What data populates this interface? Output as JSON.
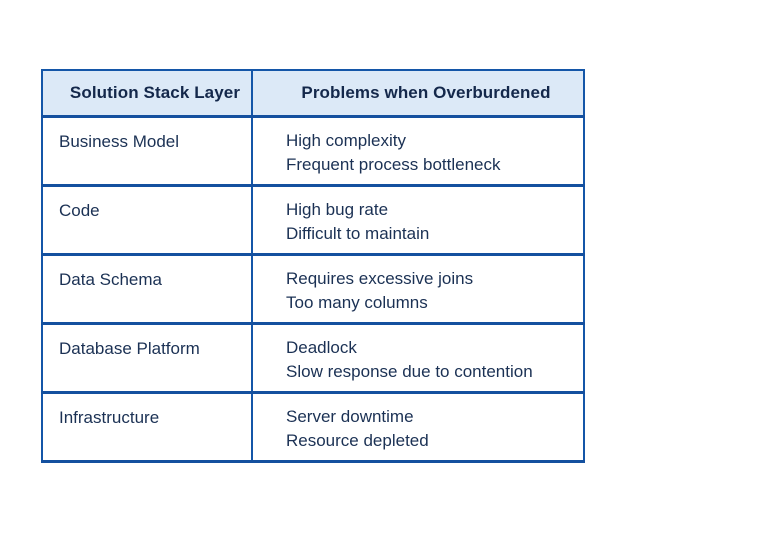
{
  "table": {
    "columns": [
      {
        "key": "layer",
        "header": "Solution Stack Layer"
      },
      {
        "key": "problem",
        "header": "Problems when Overburdened"
      }
    ],
    "rows": [
      {
        "layer": "Business Model",
        "problems": [
          "High complexity",
          "Frequent process bottleneck"
        ]
      },
      {
        "layer": "Code",
        "problems": [
          "High bug rate",
          "Difficult to maintain"
        ]
      },
      {
        "layer": "Data Schema",
        "problems": [
          "Requires excessive joins",
          "Too many columns"
        ]
      },
      {
        "layer": "Database Platform",
        "problems": [
          "Deadlock",
          "Slow response due to contention"
        ]
      },
      {
        "layer": "Infrastructure",
        "problems": [
          "Server downtime",
          "Resource depleted"
        ]
      }
    ]
  },
  "colors": {
    "border": "#14509f",
    "header_fill": "#dce9f7",
    "header_text": "#14284b",
    "body_text": "#1b3154",
    "page_background": "#ffffff"
  }
}
